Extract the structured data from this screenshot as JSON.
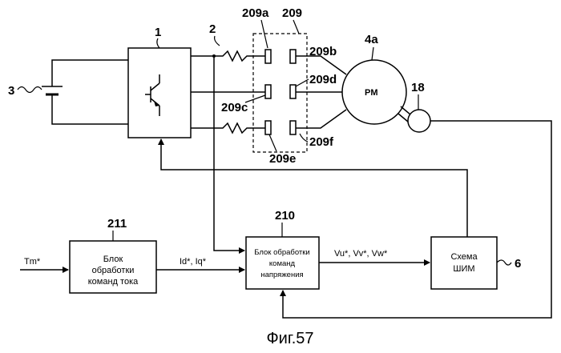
{
  "figure": {
    "caption": "Фиг.57"
  },
  "labels": {
    "battery": "3",
    "inverter": "1",
    "current_sensor": "2",
    "contactor_group": "209",
    "contact_a": "209a",
    "contact_b": "209b",
    "contact_c": "209c",
    "contact_d": "209d",
    "contact_e": "209e",
    "contact_f": "209f",
    "motor_ref": "4a",
    "motor_text": "PM",
    "encoder": "18",
    "current_block_ref": "211",
    "voltage_block_ref": "210",
    "pwm_ref": "6"
  },
  "blocks": {
    "current_cmd": [
      "Блок",
      "обработки",
      "команд тока"
    ],
    "voltage_cmd": [
      "Блок обработки",
      "команд",
      "напряжения"
    ],
    "pwm": [
      "Схема",
      "ШИМ"
    ]
  },
  "signals": {
    "torque_input": "Tm*",
    "current_commands": "Id*, Iq*",
    "voltage_commands": "Vu*, Vv*, Vw*"
  }
}
